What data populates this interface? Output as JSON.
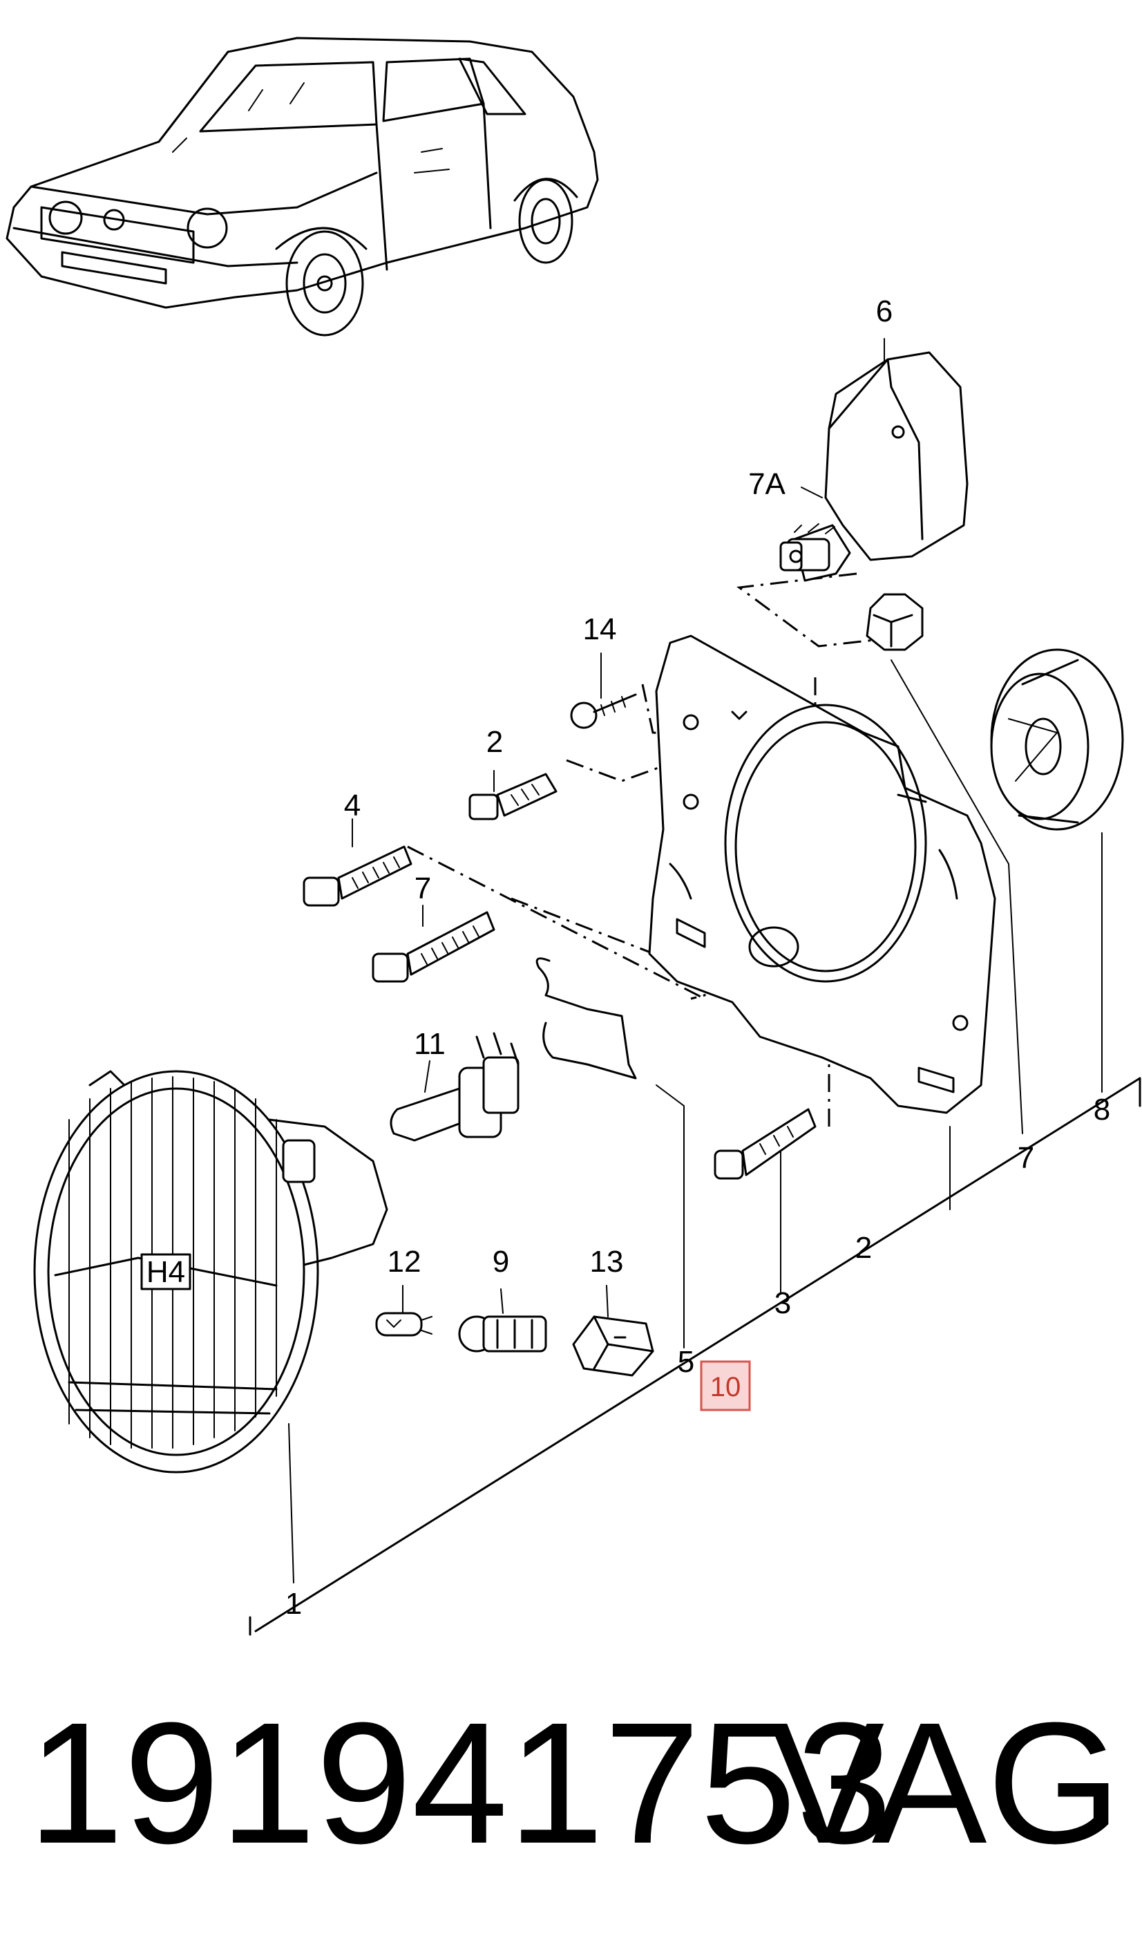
{
  "callouts": {
    "c1": "1",
    "c2a": "2",
    "c2b": "2",
    "c3": "3",
    "c4": "4",
    "c5": "5",
    "c6": "6",
    "c7a": "7",
    "c7b": "7",
    "c7A": "7A",
    "c8": "8",
    "c9": "9",
    "c10": "10",
    "c11": "11",
    "c12": "12",
    "c13": "13",
    "c14": "14"
  },
  "bulb_marking": "H4",
  "highlighted_callout": "10",
  "caption": {
    "part_number": "191941753",
    "brand": "VAG"
  },
  "colors": {
    "line": "#000000",
    "highlight_fill": "#f9d6d6",
    "highlight_border": "#d9534f",
    "highlight_text": "#c0392b"
  }
}
